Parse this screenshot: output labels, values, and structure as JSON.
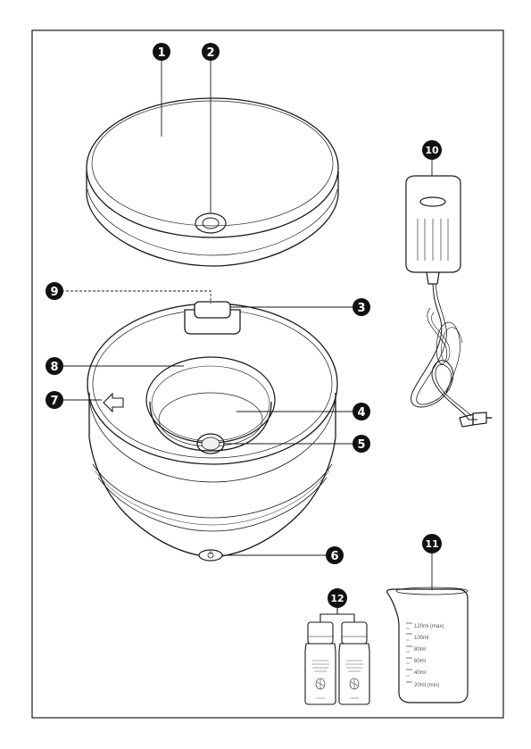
{
  "callouts": {
    "c1": "1",
    "c2": "2",
    "c3": "3",
    "c4": "4",
    "c5": "5",
    "c6": "6",
    "c7": "7",
    "c8": "8",
    "c9": "9",
    "c10": "10",
    "c11": "11",
    "c12": "12"
  },
  "cup_scale": {
    "s120": "120ml (max)",
    "s100": "100ml",
    "s80": "80ml",
    "s60": "60ml",
    "s40": "40ml",
    "s20": "20ml (min)"
  },
  "colors": {
    "line": "#1a1a1a",
    "callout_fill": "#111111",
    "background": "#ffffff"
  }
}
